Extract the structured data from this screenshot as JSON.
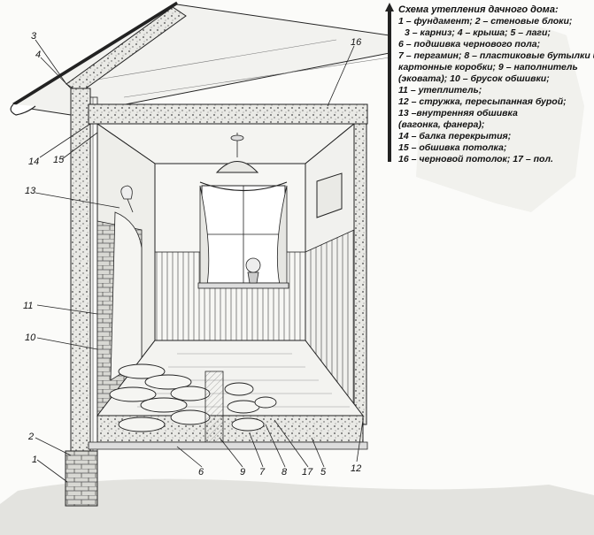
{
  "caption": {
    "title": "Схема утепления дачного дома:",
    "lines": [
      "1 – фундамент; 2 – стеновые блоки;",
      "3 – карниз; 4 – крыша; 5 – лаги;",
      "6 – подшивка чернового пола;",
      "7 – пергамин; 8 – пластиковые бутылки и",
      "картонные коробки; 9 – наполнитель",
      "(эковата); 10 – брусок обшивки;",
      "11 – утеплитель;",
      "12 – стружка, пересыпанная бурой;",
      "13 –внутренняя обшивка",
      "(вагонка, фанера);",
      "14 – балка перекрытия;",
      "15 – обшивка потолка;",
      "16 – черновой потолок; 17 – пол."
    ]
  },
  "callouts": {
    "n1": "1",
    "n2": "2",
    "n3": "3",
    "n4": "4",
    "n5": "5",
    "n6": "6",
    "n7": "7",
    "n8": "8",
    "n9": "9",
    "n10": "10",
    "n11": "11",
    "n12": "12",
    "n13": "13",
    "n14": "14",
    "n15": "15",
    "n16": "16",
    "n17": "17"
  },
  "colors": {
    "ink": "#1a1a1a",
    "paper": "#fbfbf9",
    "shade": "#cfcfcb"
  }
}
